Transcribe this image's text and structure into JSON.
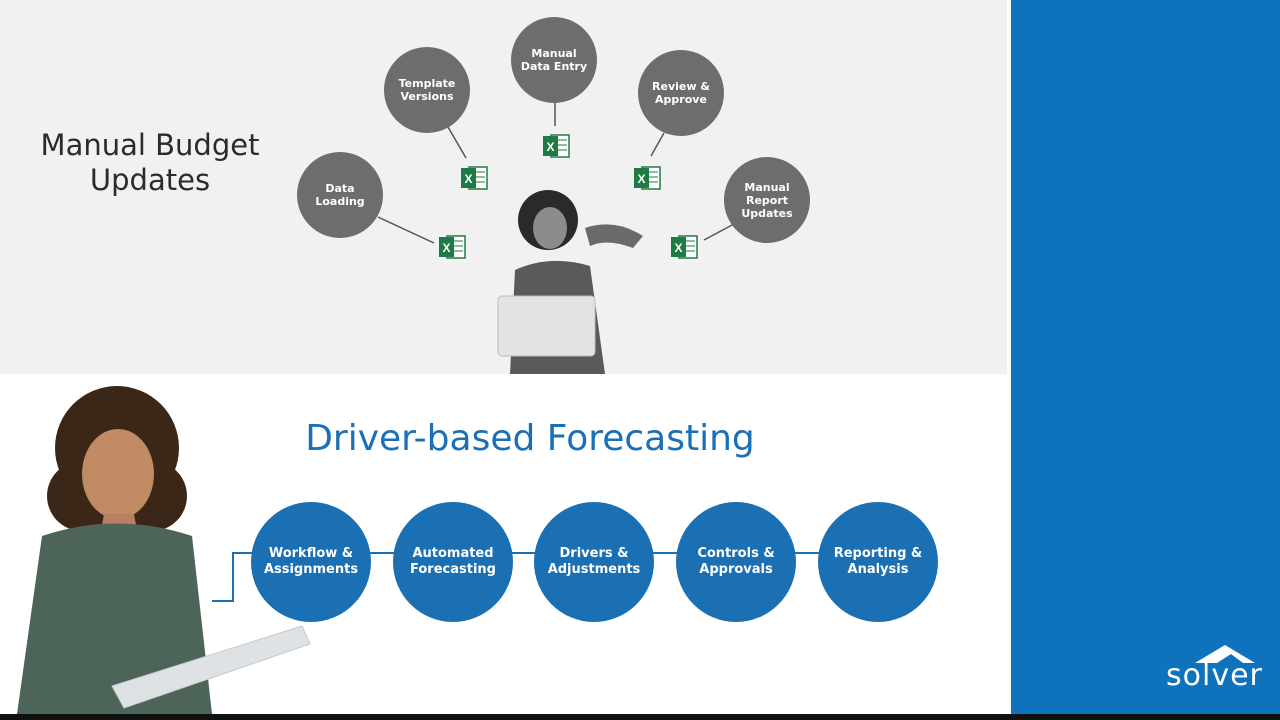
{
  "top": {
    "title": "Manual Budget\nUpdates",
    "bubbles": [
      "Data\nLoading",
      "Template\nVersions",
      "Manual\nData Entry",
      "Review &\nApprove",
      "Manual\nReport\nUpdates"
    ],
    "icon": "excel-icon",
    "excel_letter": "X"
  },
  "bottom": {
    "heading": "Driver-based Forecasting",
    "steps": [
      "Workflow &\nAssignments",
      "Automated\nForecasting",
      "Drivers &\nAdjustments",
      "Controls &\nApprovals",
      "Reporting &\nAnalysis"
    ]
  },
  "brand": {
    "name": "solver",
    "color": "#0f72bd",
    "accent_gray": "#6d6d6d",
    "excel_green": "#1f7a43"
  }
}
